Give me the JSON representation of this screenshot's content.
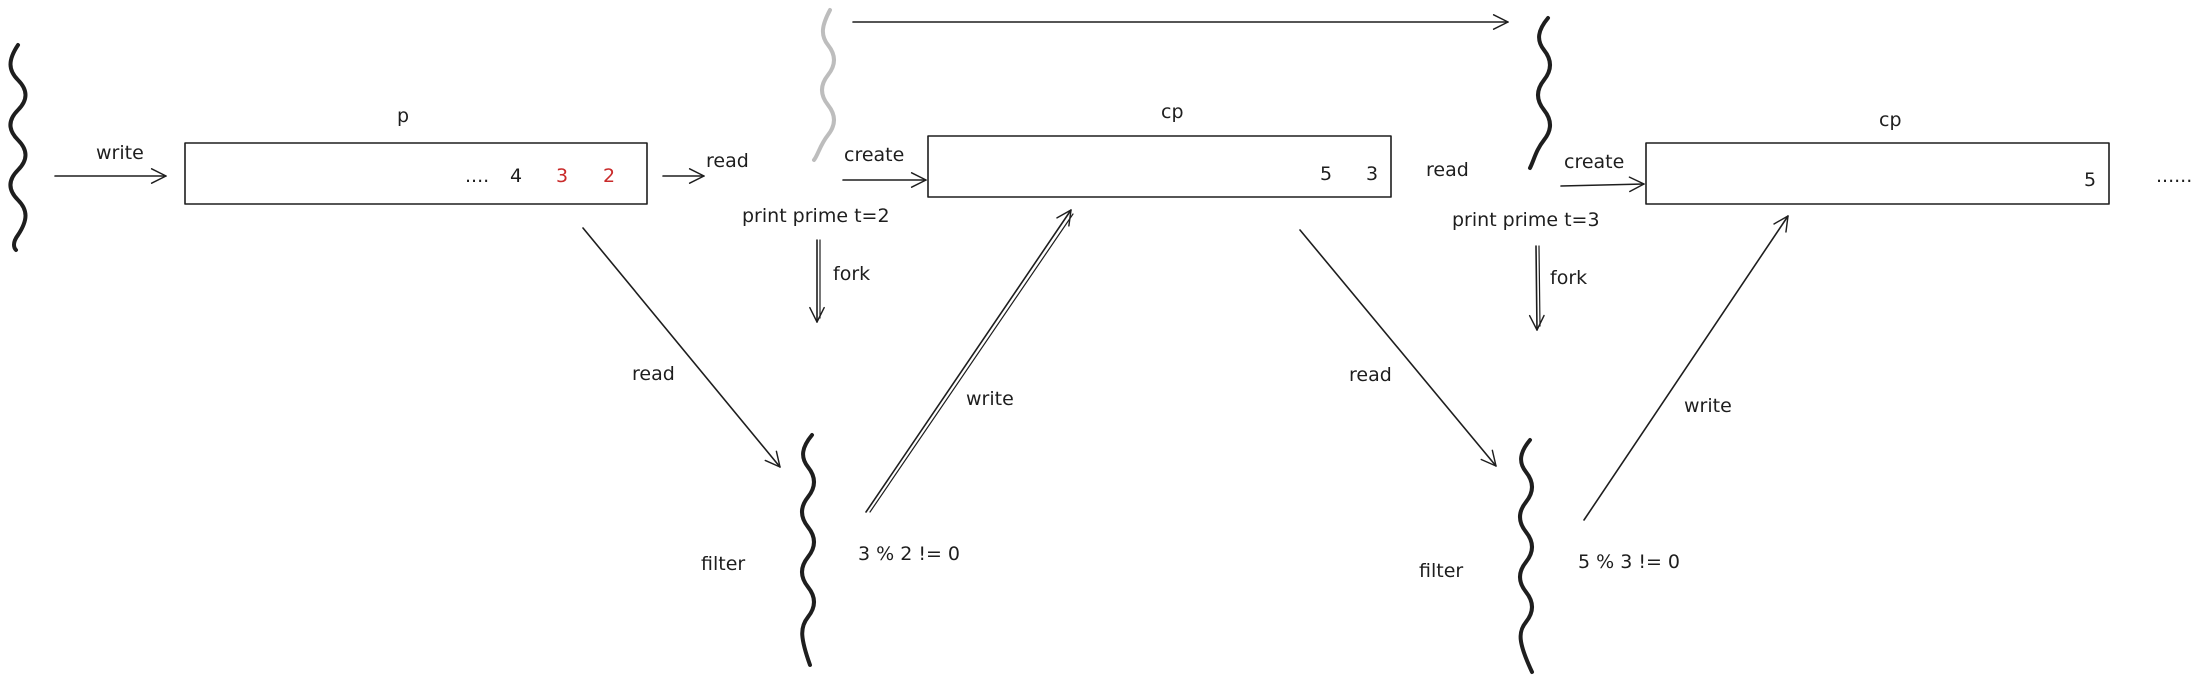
{
  "pipes": [
    {
      "label": "p",
      "contents": [
        "....",
        "4",
        "3",
        "2"
      ],
      "content_colors": [
        "#1e1e1e",
        "#1e1e1e",
        "#c92a2a",
        "#c92a2a"
      ]
    },
    {
      "label": "cp",
      "contents": [
        "5",
        "3"
      ]
    },
    {
      "label": "cp",
      "contents": [
        "5"
      ]
    }
  ],
  "trailing_dots": "......",
  "process_labels": {
    "write_main": "write",
    "read_1": "read",
    "create_1": "create",
    "print_prime_1": "print prime  t=2",
    "fork_1": "fork",
    "read_down_1": "read",
    "write_up_1": "write",
    "filter_1": "filter",
    "filter_expr_1": "3  %  2  != 0",
    "read_2": "read",
    "create_2": "create",
    "print_prime_2": "print prime  t=3",
    "fork_2": "fork",
    "read_down_2": "read",
    "write_up_2": "write",
    "filter_2": "filter",
    "filter_expr_2": "5  %  3  != 0"
  },
  "colors": {
    "ink": "#1e1e1e",
    "highlight": "#c92a2a",
    "faded_process": "#bdbdbd"
  }
}
